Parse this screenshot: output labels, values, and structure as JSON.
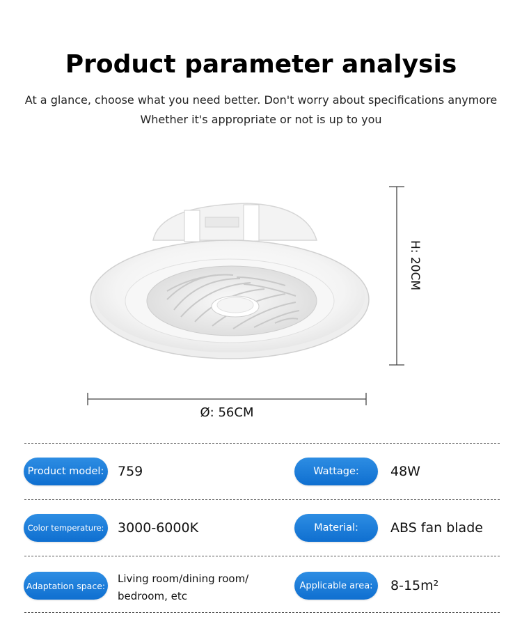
{
  "header": {
    "title": "Product parameter analysis",
    "subtitle_line1": "At a glance, choose what you need better. Don't worry about specifications anymore",
    "subtitle_line2": "Whether it's appropriate or not is up to you"
  },
  "dimensions": {
    "height_label": "H: 20CM",
    "diameter_label": "Ø: 56CM"
  },
  "specs": {
    "model_label": "Product model:",
    "model_value": "759",
    "wattage_label": "Wattage:",
    "wattage_value": "48W",
    "color_temp_label": "Color temperature:",
    "color_temp_value": "3000-6000K",
    "material_label": "Material:",
    "material_value": "ABS fan blade",
    "space_label": "Adaptation space:",
    "space_value_line1": "Living room/dining room/",
    "space_value_line2": "bedroom, etc",
    "area_label": "Applicable area:",
    "area_value": "8-15m²"
  },
  "colors": {
    "pill_blue": "#1a7ad8"
  }
}
